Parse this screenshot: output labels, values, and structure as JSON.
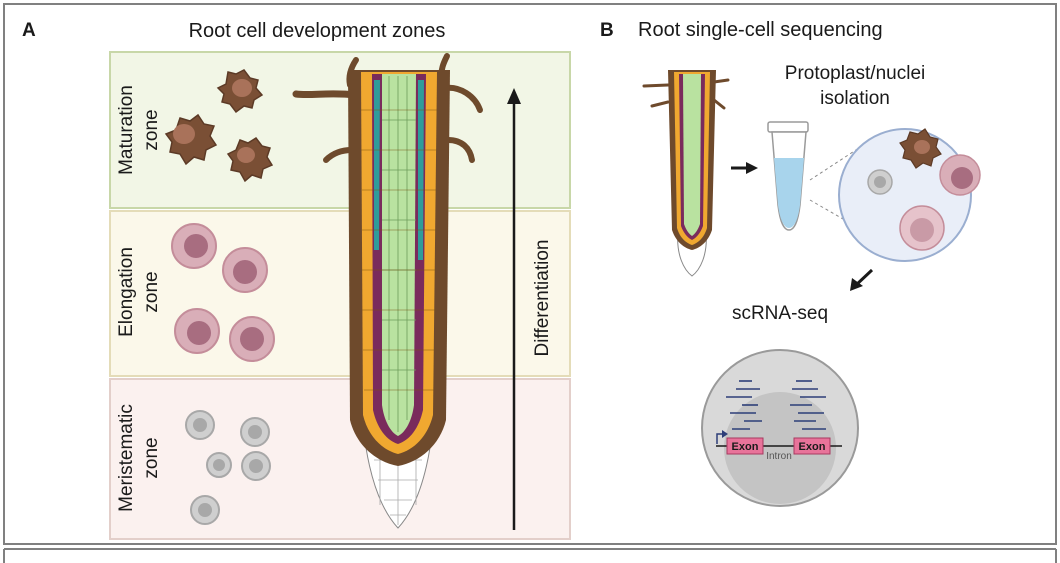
{
  "panel_a": {
    "letter": "A",
    "title": "Root cell development zones",
    "zones": [
      {
        "line1": "Maturation",
        "line2": "zone",
        "fill": "#f2f6e6",
        "stroke": "#c8d7a8"
      },
      {
        "line1": "Elongation",
        "line2": "zone",
        "fill": "#fbf8ea",
        "stroke": "#e4dcb8"
      },
      {
        "line1": "Meristematic",
        "line2": "zone",
        "fill": "#fbf1ef",
        "stroke": "#e3cfca"
      }
    ],
    "arrow_label": "Differentiation"
  },
  "panel_b": {
    "letter": "B",
    "title": "Root single-cell sequencing",
    "isolation_line1": "Protoplast/nuclei",
    "isolation_line2": "isolation",
    "method": "scRNA-seq",
    "exon1": "Exon",
    "exon2": "Exon",
    "intron": "Intron"
  },
  "colors": {
    "mature_cell": "#7a4f35",
    "elongating_cell": "#c48d9a",
    "meristem_cell": "#a8a8a8",
    "root_brown": "#6e4a2c",
    "root_orange": "#f0a830",
    "root_green": "#b9e2a0",
    "root_teal": "#2f9c9a",
    "root_purple": "#7a2b5c",
    "exon_pink": "#e8739a",
    "tube_blue": "#a8d4ec"
  }
}
